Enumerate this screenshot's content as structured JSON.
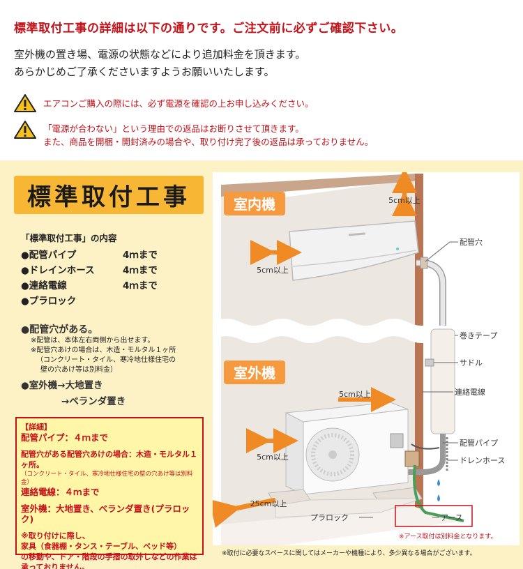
{
  "headline": "標準取付工事の詳細は以下の通りです。ご注文前に必ずご確認下さい。",
  "intro": [
    "室外機の置き場、電源の状態などにより追加料金を頂きます。",
    "あらかじめご了承くださいますようお願いいたします。"
  ],
  "warnings": [
    {
      "icon": "warning-triangle-icon",
      "lines": [
        "エアコンご購入の際には、必ず電源を確認の上お申し込みください。"
      ]
    },
    {
      "icon": "warning-triangle-icon",
      "lines": [
        "「電源が合わない」という理由での返品はお断りさせて頂きます。",
        "また、商品を開梱・開封済みの場合や、取り付け完了後の返品は承っておりません。"
      ]
    }
  ],
  "badge": "標準取付工事",
  "contents_caption": "「標準取付工事」の内容",
  "items": [
    {
      "label": "●配管パイプ",
      "value": "4ｍまで"
    },
    {
      "label": "●ドレインホース",
      "value": "4ｍまで"
    },
    {
      "label": "●連絡電線",
      "value": "4ｍまで"
    },
    {
      "label": "●プラロック",
      "value": ""
    }
  ],
  "hole": {
    "heading": "●配管穴がある。",
    "notes": [
      "※配管は、本体左右両側から出せます。",
      "※配管穴あけの場合は、木造・モルタル１ヶ所",
      "（コンクリート・タイル、寒冷地仕様住宅の",
      "壁の穴あけ等は別料金）"
    ]
  },
  "outdoor": {
    "line1": "●室外機→大地置き",
    "line2": "→ベランダ置き"
  },
  "detail": {
    "title": "【詳細】",
    "pipe": "配管パイプ：４ｍまで",
    "hole_line": "配管穴がある配管穴あけの場合：木造・モルタル１ヶ所。",
    "hole_note": "（コンクリート・タイル、寒冷地仕様住宅の壁の穴あけ等は別料金）",
    "wire": "連絡電線：４ｍまで",
    "outdoor": "室外機：大地置き、ベランダ置き(プラロック)",
    "notes": [
      "※取り付けに際し、",
      "家具（食器棚・タンス・テーブル、ベッド等）",
      "の移動や、ドア・階段の手摺の取外しなどの作業は",
      "承っておりません。"
    ]
  },
  "diagram": {
    "indoor_label": "室内機",
    "outdoor_label": "室外機",
    "clearances": {
      "top": "5cm以上",
      "side_indoor": "5cm以上",
      "top_outdoor": "5cm以上",
      "side_outdoor": "5cm以上",
      "front": "25cm以上"
    },
    "callouts": [
      "配管穴",
      "巻きテープ",
      "サドル",
      "連絡電線",
      "配管パイプ",
      "ドレンホース",
      "プラロック",
      "アース"
    ]
  },
  "earth_note": "※アース取付は別料金となります。",
  "footnote": "※取付に必要なスペースに関してはメーカーや機種により、多少異なる場合がございます。",
  "colors": {
    "red": "#c4121a",
    "panel": "#fdf1c6",
    "badge": "#f7b633",
    "wall": "#e9e2dc",
    "wall_edge": "#a86a4a",
    "arrow": "#f08a24"
  }
}
